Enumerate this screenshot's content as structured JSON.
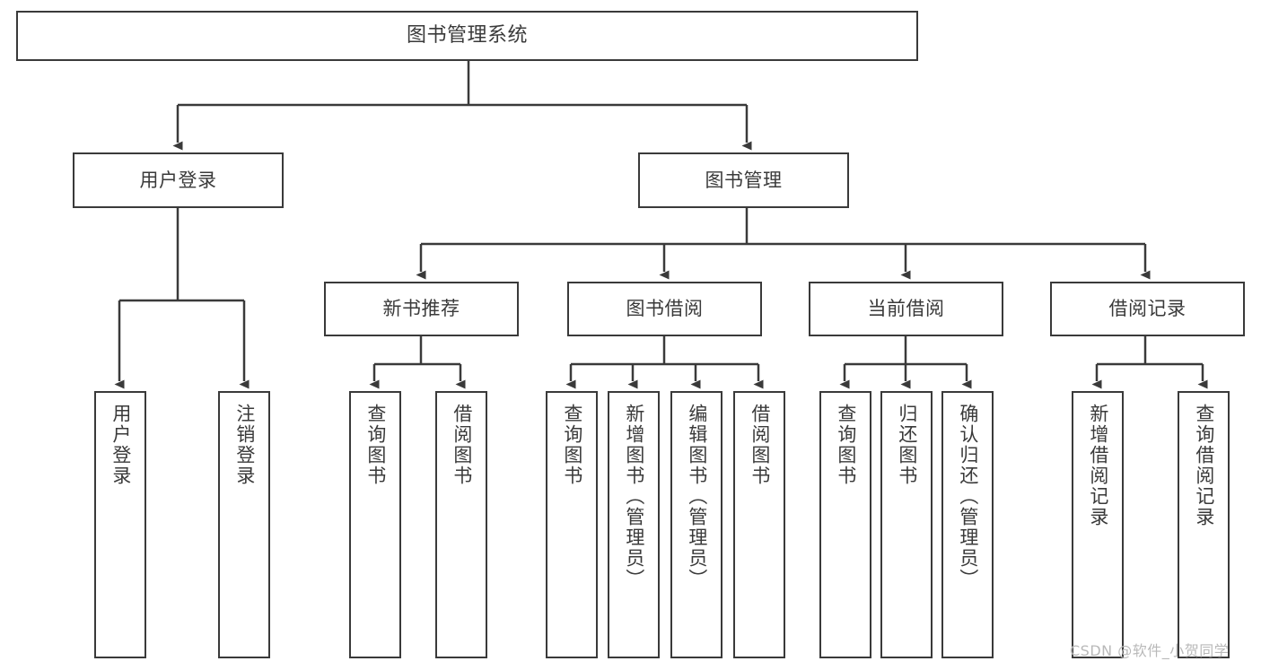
{
  "diagram": {
    "title": "图书管理系统",
    "watermark": "CSDN @软件_小贺同学",
    "colors": {
      "stroke": "#3a3a3a",
      "text": "#3a3a3a",
      "background": "#ffffff",
      "watermark": "#b9b9b9"
    }
  },
  "nodes": {
    "root": {
      "label": "图书管理系统"
    },
    "level1": [
      {
        "label": "用户登录"
      },
      {
        "label": "图书管理"
      }
    ],
    "level2": [
      {
        "label": "新书推荐"
      },
      {
        "label": "图书借阅"
      },
      {
        "label": "当前借阅"
      },
      {
        "label": "借阅记录"
      }
    ],
    "leaves": {
      "user_login": [
        {
          "label": "用户登录"
        },
        {
          "label": "注销登录"
        }
      ],
      "new_book_recommend": [
        {
          "label": "查询图书"
        },
        {
          "label": "借阅图书"
        }
      ],
      "book_borrow": [
        {
          "label": "查询图书"
        },
        {
          "label": "新增图书（管理员）"
        },
        {
          "label": "编辑图书（管理员）"
        },
        {
          "label": "借阅图书"
        }
      ],
      "current_borrow": [
        {
          "label": "查询图书"
        },
        {
          "label": "归还图书"
        },
        {
          "label": "确认归还（管理员）"
        }
      ],
      "borrow_record": [
        {
          "label": "新增借阅记录"
        },
        {
          "label": "查询借阅记录"
        }
      ]
    }
  }
}
